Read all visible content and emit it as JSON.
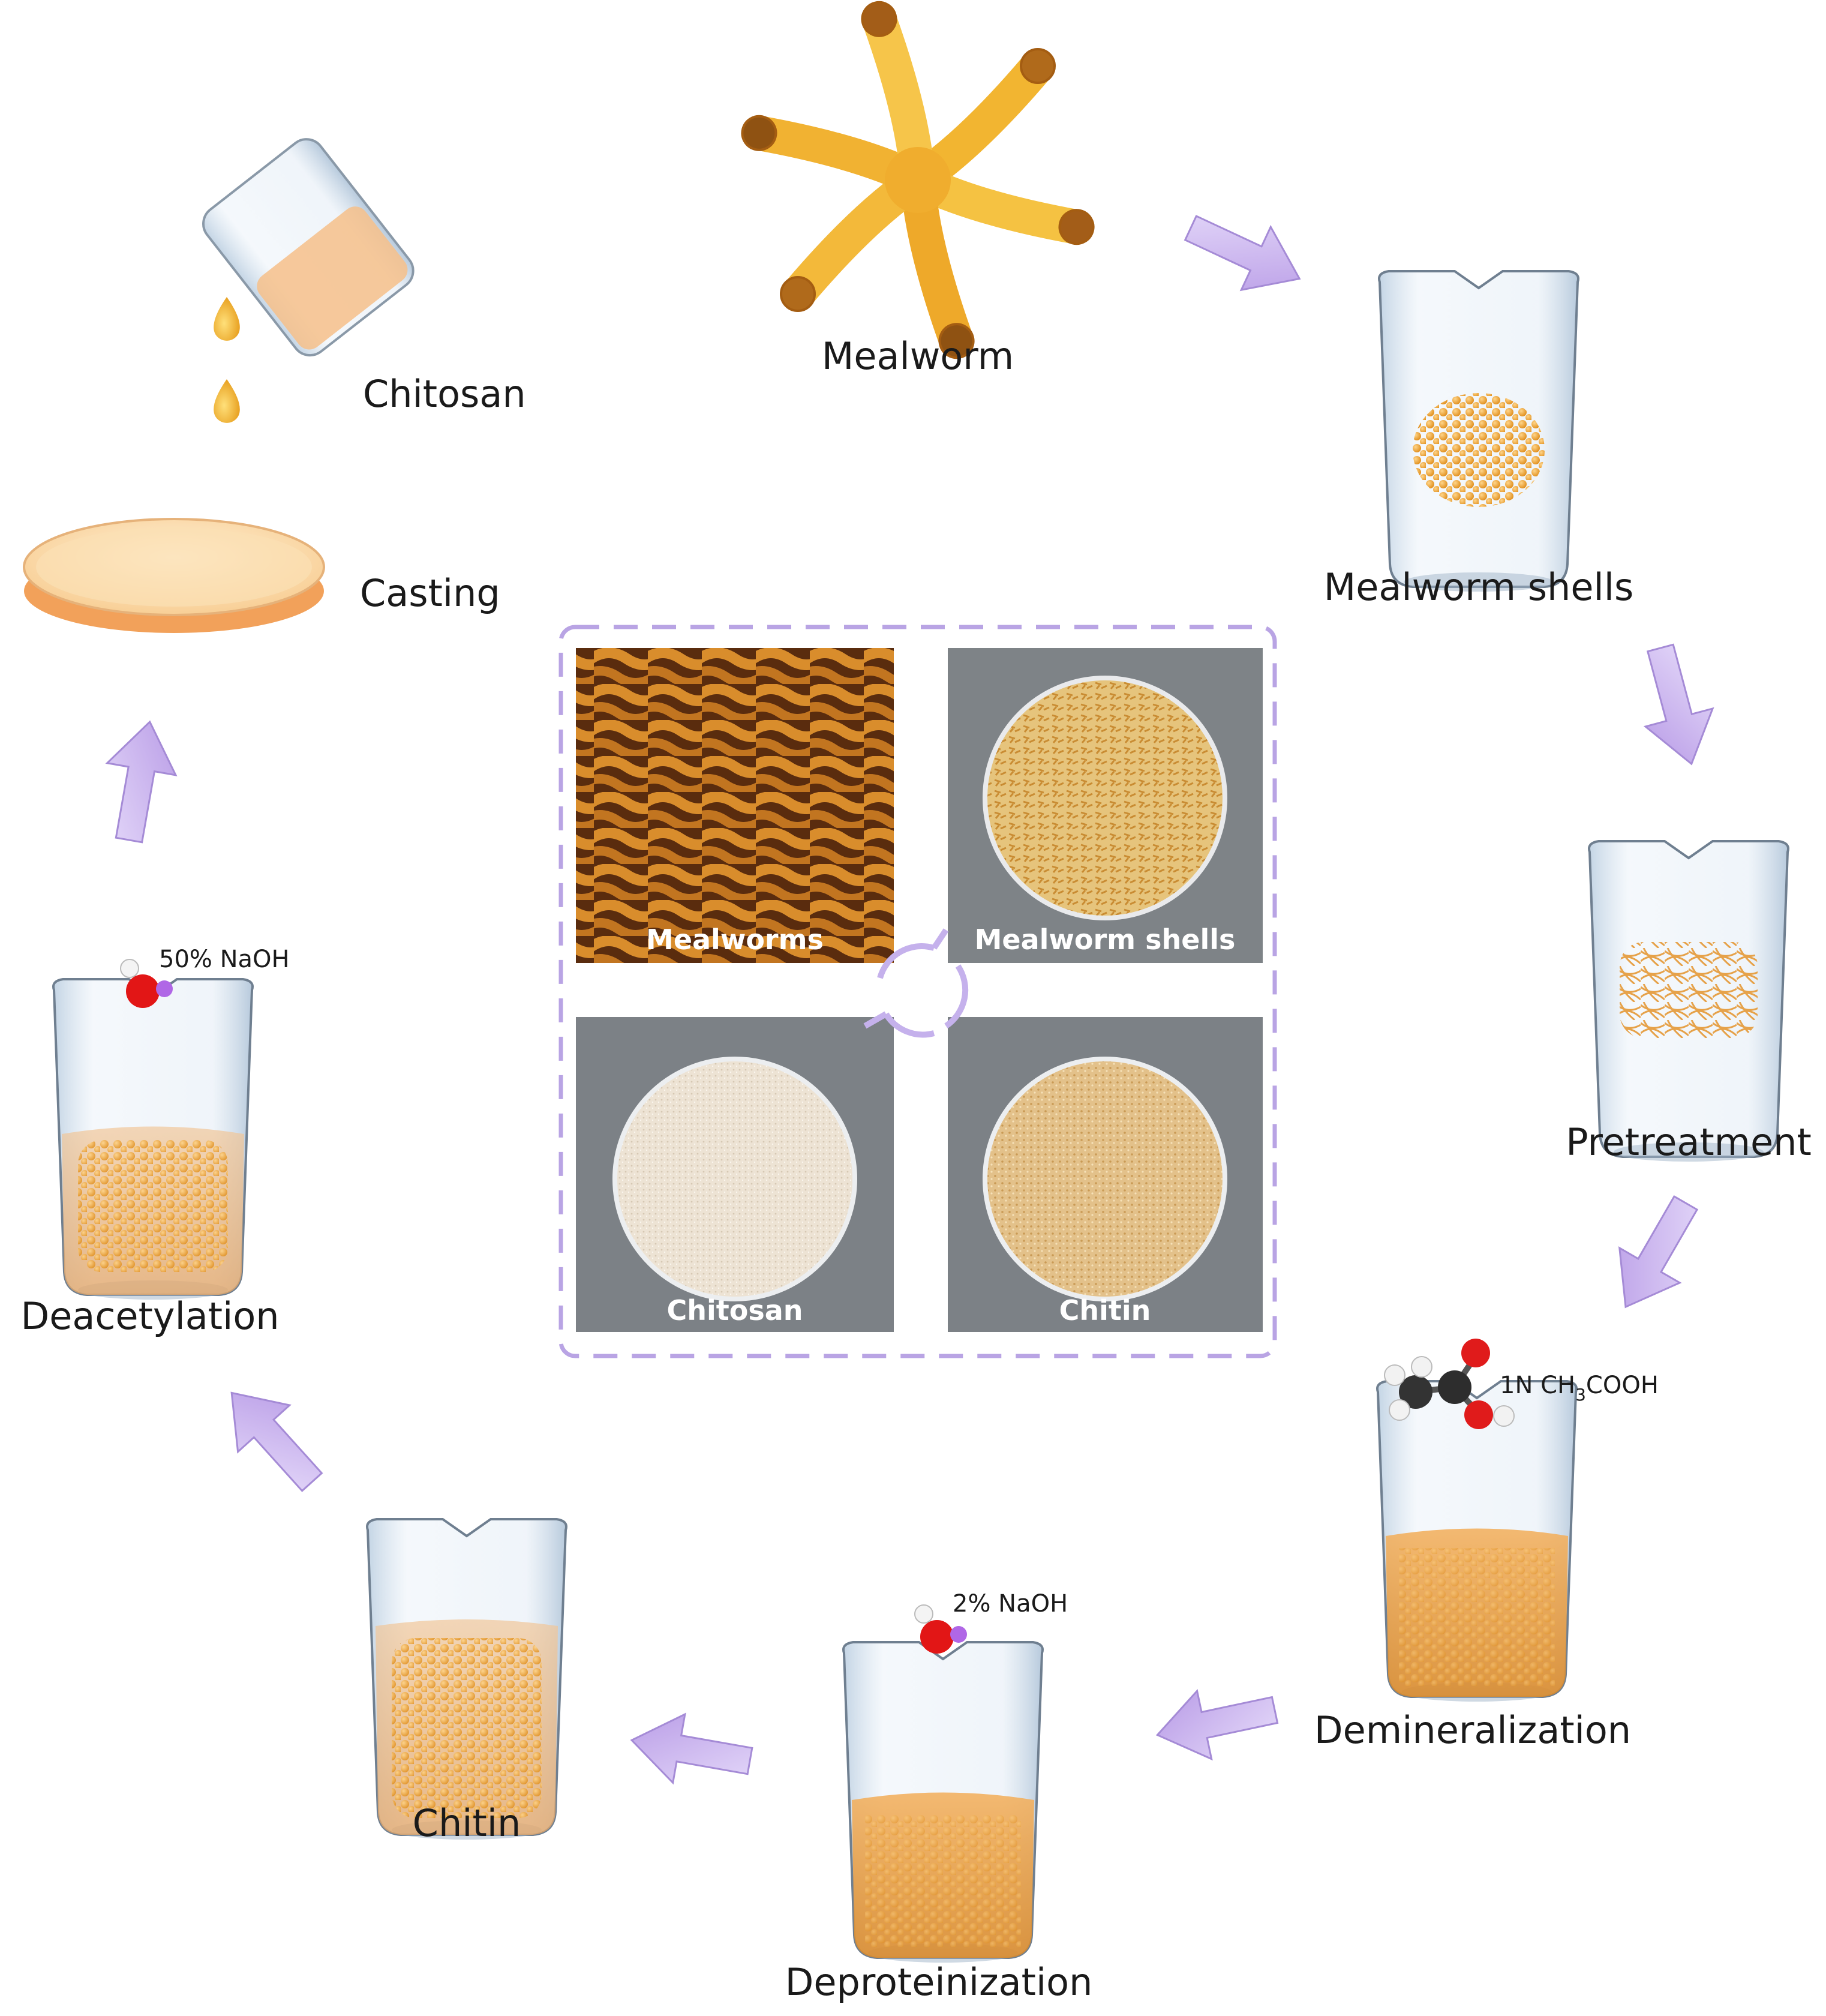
{
  "steps": {
    "mealworm": "Mealworm",
    "mealworm_shells": "Mealworm shells",
    "pretreatment": "Pretreatment",
    "demineralization": "Demineralization",
    "deproteinization": "Deproteinization",
    "chitin": "Chitin",
    "deacetylation": "Deacetylation",
    "casting": "Casting",
    "chitosan": "Chitosan"
  },
  "reagents": {
    "acetic_prefix": "1N CH",
    "acetic_sub": "3",
    "acetic_suffix": "COOH",
    "naoh_2": "2% NaOH",
    "naoh_50": "50% NaOH"
  },
  "photos": {
    "mealworms": "Mealworms",
    "mealworm_shells": "Mealworm shells",
    "chitosan": "Chitosan",
    "chitin": "Chitin"
  },
  "colors": {
    "arrow": "#c9b3ee",
    "dashed_frame": "#b9a4e4",
    "powder_orange": "#e8a23a",
    "liquid_orange": "#f0b060"
  }
}
